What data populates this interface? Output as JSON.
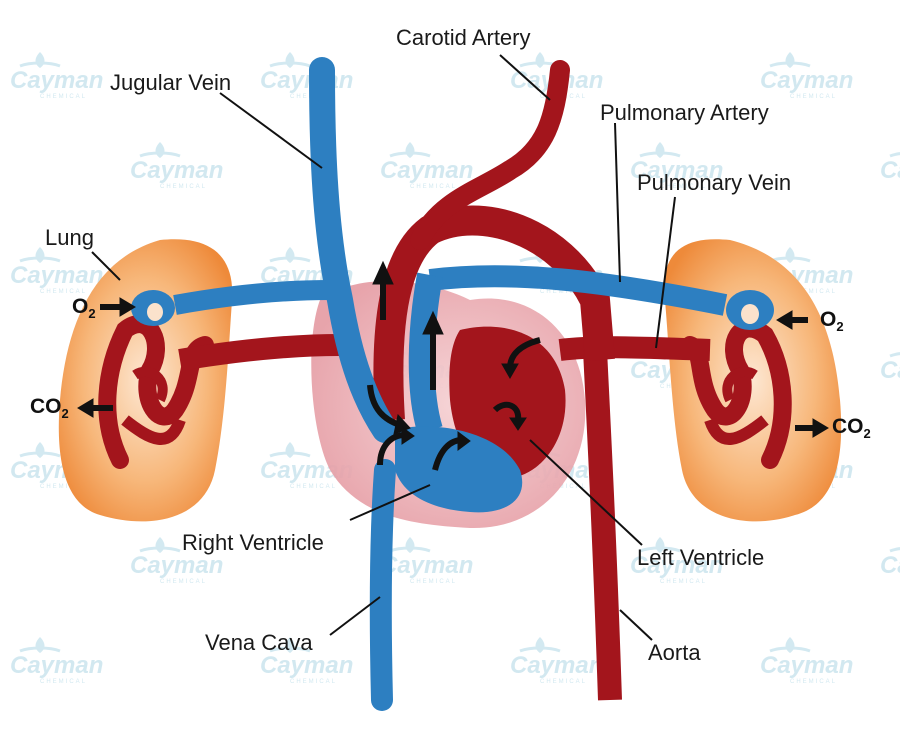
{
  "labels": {
    "carotid_artery": "Carotid Artery",
    "jugular_vein": "Jugular Vein",
    "pulmonary_artery": "Pulmonary Artery",
    "pulmonary_vein": "Pulmonary Vein",
    "lung": "Lung",
    "right_ventricle": "Right Ventricle",
    "left_ventricle": "Left Ventricle",
    "vena_cava": "Vena Cava",
    "aorta": "Aorta"
  },
  "gas": {
    "o2_base": "O",
    "co2_base": "CO",
    "subscript": "2"
  },
  "watermark": {
    "brand": "Cayman",
    "sub": "CHEMICAL"
  },
  "colors": {
    "vein_blue": "#2d7fc1",
    "artery_red": "#a3151c",
    "lung_orange": "#f2994a",
    "heart_pink": "#e8a0a6",
    "watermark": "#bfe0ea"
  }
}
